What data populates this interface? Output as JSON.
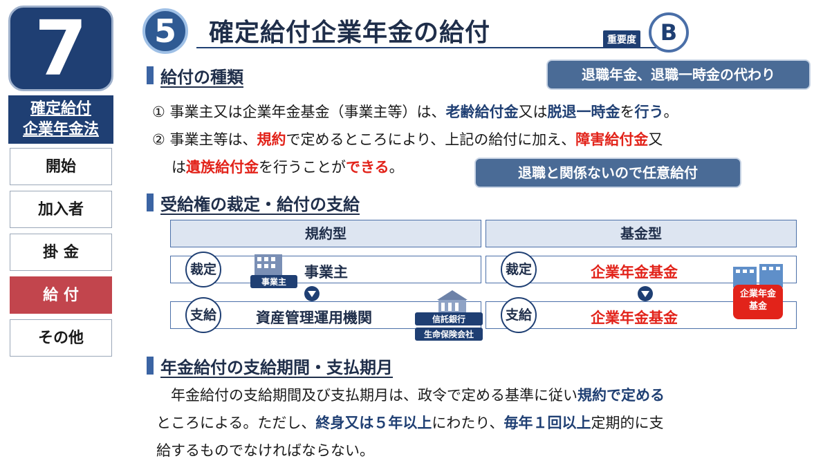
{
  "sidebar": {
    "chapter_number": "7",
    "chapter_label_1": "確定給付",
    "chapter_label_2": "企業年金法",
    "items": [
      {
        "label": "開始"
      },
      {
        "label": "加入者"
      },
      {
        "label": "掛 金"
      },
      {
        "label": "給 付"
      },
      {
        "label": "その他"
      }
    ],
    "active_index": 3
  },
  "header": {
    "number": "5",
    "title": "確定給付企業年金の給付",
    "importance_label": "重要度",
    "importance_grade": "B"
  },
  "section1": {
    "heading": "給付の種類",
    "callout": "退職年金、退職一時金の代わり",
    "item1": {
      "t1": "① 事業主又は企業年金基金（事業主等）は、",
      "b1": "老齢給付金",
      "t2": "又は",
      "b2": "脱退一時金",
      "t3": "を",
      "b3": "行う",
      "t4": "。"
    },
    "item2": {
      "t1": "② 事業主等は、",
      "r1": "規約",
      "t2": "で定めるところにより、上記の給付に加え、",
      "r2": "障害給付金",
      "t3": "又",
      "t4": "は",
      "r3": "遺族給付金",
      "t5": "を行うことが",
      "r4": "できる",
      "t6": "。"
    },
    "callout2": "退職と関係ないので任意給付"
  },
  "section2": {
    "heading": "受給権の裁定・給付の支給",
    "col1_header": "規約型",
    "col2_header": "基金型",
    "decide_label": "裁定",
    "pay_label": "支給",
    "kiyaku_decide": "事業主",
    "kiyaku_pay": "資産管理運用機関",
    "kikin_decide": "企業年金基金",
    "kikin_pay": "企業年金基金",
    "tag_employer": "事業主",
    "tag_trust": "信託銀行",
    "tag_life": "生命保険会社",
    "tag_fund_1": "企業年金",
    "tag_fund_2": "基金"
  },
  "section3": {
    "heading": "年金給付の支給期間・支払期月",
    "p_t1": "　年金給付の支給期間及び支払期月は、政令で定める基準に従い",
    "p_b1": "規約で定める",
    "p_t2": "ところによる。ただし、",
    "p_b2": "終身又は５年以上",
    "p_t3": "にわたり、",
    "p_b3": "毎年１回以上",
    "p_t4": "定期的に支",
    "p_t5": "給するものでなければならない。"
  },
  "colors": {
    "navy": "#1f3f73",
    "accent_red": "#e2231a",
    "active_nav": "#c2454d",
    "callout": "#4a6b96"
  }
}
